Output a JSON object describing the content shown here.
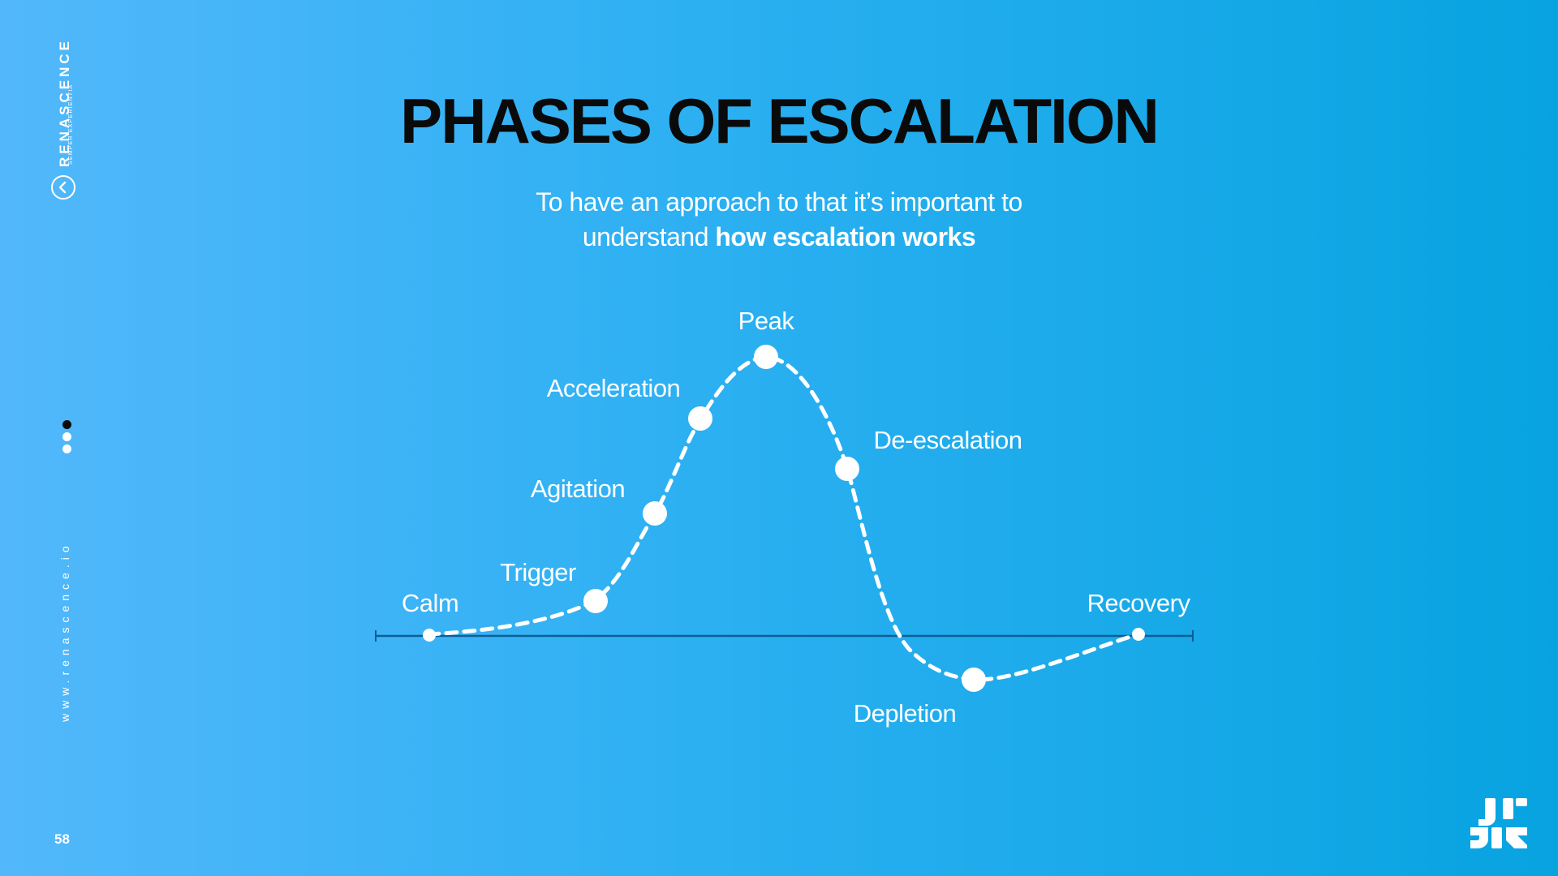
{
  "slide": {
    "title": "PHASES OF ESCALATION",
    "subtitle_line1": "To have an approach to that it’s important to",
    "subtitle_line2_regular": "understand",
    "subtitle_line2_bold": "how escalation works",
    "page_number": "58"
  },
  "brand": {
    "name": "RENASCENCE",
    "tagline": "SEMPER EXPERIENTIA",
    "website": "www.renascence.io",
    "emblem_icon": "circle-chevron-left-icon",
    "corner_logo_icon": "brand-monogram-icon"
  },
  "pager": {
    "count": 3,
    "active_index": 0
  },
  "diagram": {
    "phases": [
      {
        "label": "Calm"
      },
      {
        "label": "Trigger"
      },
      {
        "label": "Agitation"
      },
      {
        "label": "Acceleration"
      },
      {
        "label": "Peak"
      },
      {
        "label": "De-escalation"
      },
      {
        "label": "Depletion"
      },
      {
        "label": "Recovery"
      }
    ]
  },
  "colors": {
    "background_start": "#52b8fb",
    "background_end": "#07a3e0",
    "title_text": "#0a0a0a",
    "baseline": "#0c5f94",
    "curve": "#ffffff",
    "active_dot": "#0b0b0b"
  }
}
